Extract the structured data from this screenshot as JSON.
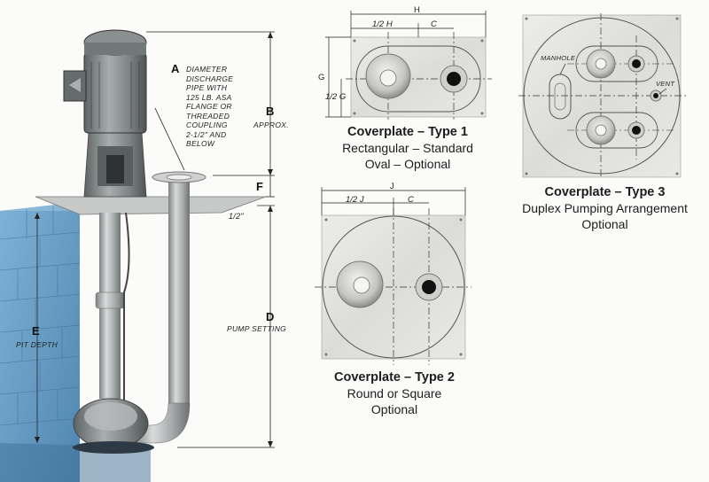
{
  "pump": {
    "labels": {
      "a_letter": "A",
      "a_text": [
        "DIAMETER",
        "DISCHARGE",
        "PIPE WITH",
        "125 LB. ASA",
        "FLANGE OR",
        "THREADED",
        "COUPLING",
        "2-1/2\" AND",
        "BELOW"
      ],
      "b_letter": "B",
      "b_text": "APPROX.",
      "f_letter": "F",
      "half_inch": "1/2\"",
      "d_letter": "D",
      "d_text": "PUMP SETTING",
      "e_letter": "E",
      "e_text": "PIT DEPTH"
    }
  },
  "coverplates": [
    {
      "title": "Coverplate – Type 1",
      "lines": [
        "Rectangular – Standard",
        "Oval – Optional"
      ],
      "dims": {
        "h": "H",
        "half_h": "1/2 H",
        "c": "C",
        "g": "G",
        "half_g": "1/2 G"
      }
    },
    {
      "title": "Coverplate – Type 2",
      "lines": [
        "Round or Square",
        "Optional"
      ],
      "dims": {
        "j": "J",
        "half_j": "1/2 J",
        "c": "C"
      }
    },
    {
      "title": "Coverplate – Type 3",
      "lines": [
        "Duplex Pumping Arrangement",
        "Optional"
      ],
      "dims": {
        "manhole": "MANHOLE",
        "vent": "VENT"
      }
    }
  ],
  "colors": {
    "wall": "#6b9fc4",
    "metal": "#a9acad",
    "plate": "#e3e3e1",
    "line": "#2a2a2a"
  }
}
